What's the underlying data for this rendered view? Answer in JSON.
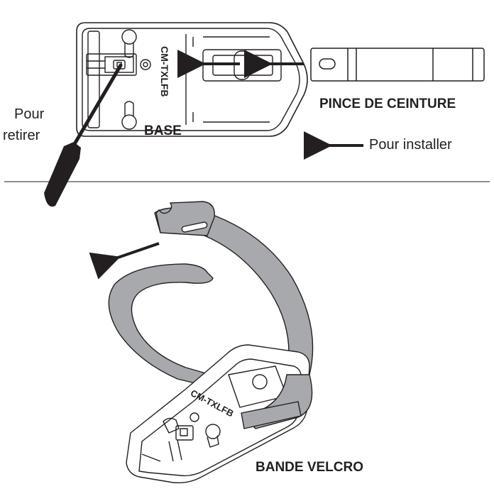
{
  "labels": {
    "base": "BASE",
    "belt_clip": "PINCE DE CEINTURE",
    "to_remove_line1": "Pour",
    "to_remove_line2": "retirer",
    "to_install": "Pour installer",
    "model_top": "CM-TXLFB",
    "model_bottom": "CM-TXLFB",
    "velcro_strap": "BANDE VELCRO"
  },
  "colors": {
    "line": "#231f20",
    "strap_fill": "#a7a9ac",
    "background": "#ffffff"
  },
  "icons": {
    "tool": "screwdriver-icon",
    "direction": "arrow-left-icon"
  }
}
